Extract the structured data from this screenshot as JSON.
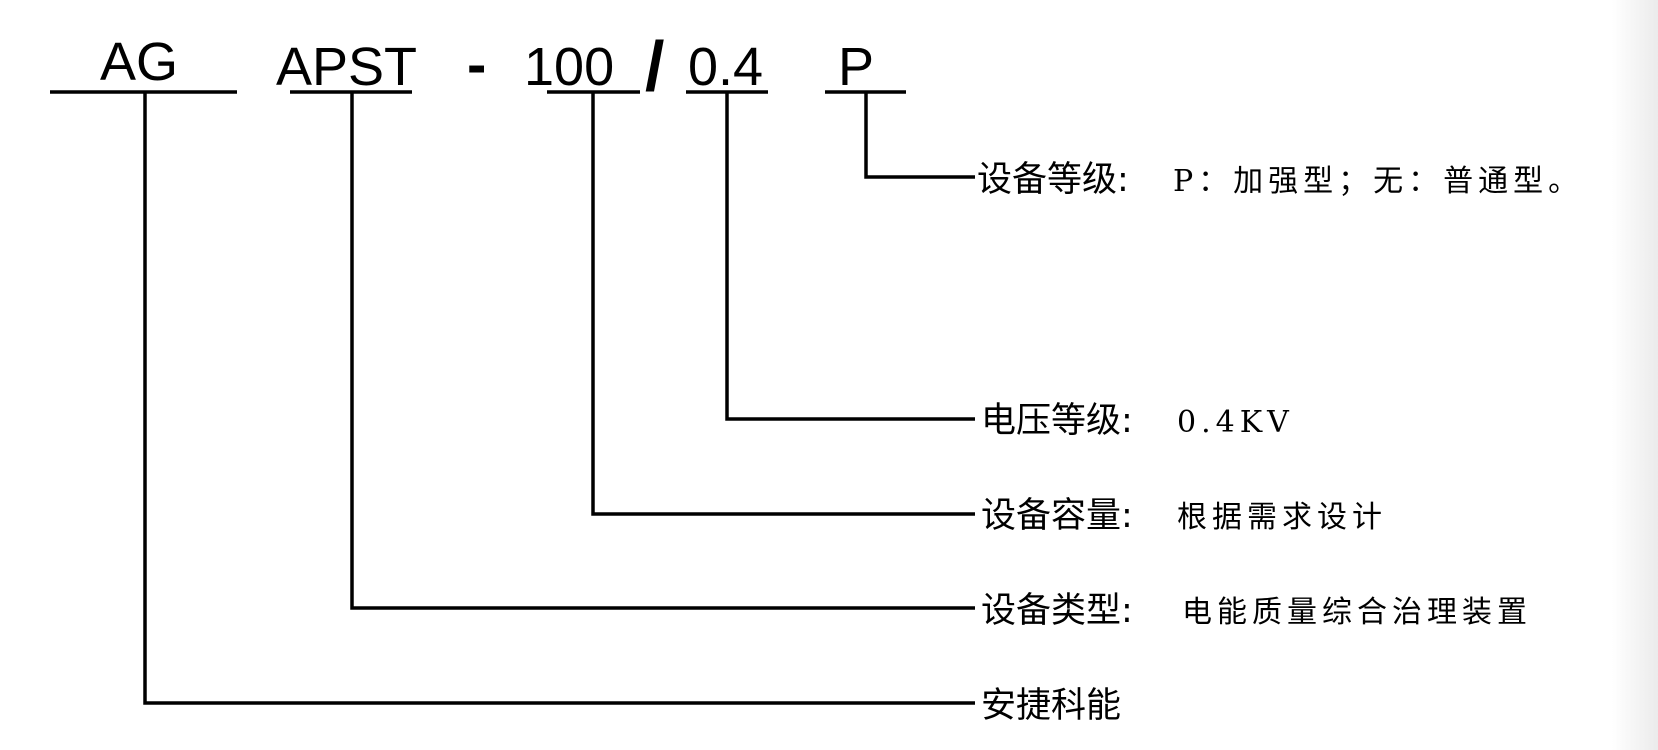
{
  "model_code": {
    "prefix": "AG",
    "type": "APST",
    "separator": "-",
    "capacity": "100",
    "slash": "/",
    "voltage": "0.4",
    "grade": "P"
  },
  "descriptions": {
    "grade": {
      "title": "设备等级:",
      "value": "P：加强型；无：普通型。"
    },
    "voltage": {
      "title": "电压等级:",
      "value": "0.4KV"
    },
    "capacity": {
      "title": "设备容量:",
      "value": "根据需求设计"
    },
    "type": {
      "title": "设备类型:",
      "value": "电能质量综合治理装置"
    },
    "brand": {
      "title": "安捷科能",
      "value": ""
    }
  }
}
